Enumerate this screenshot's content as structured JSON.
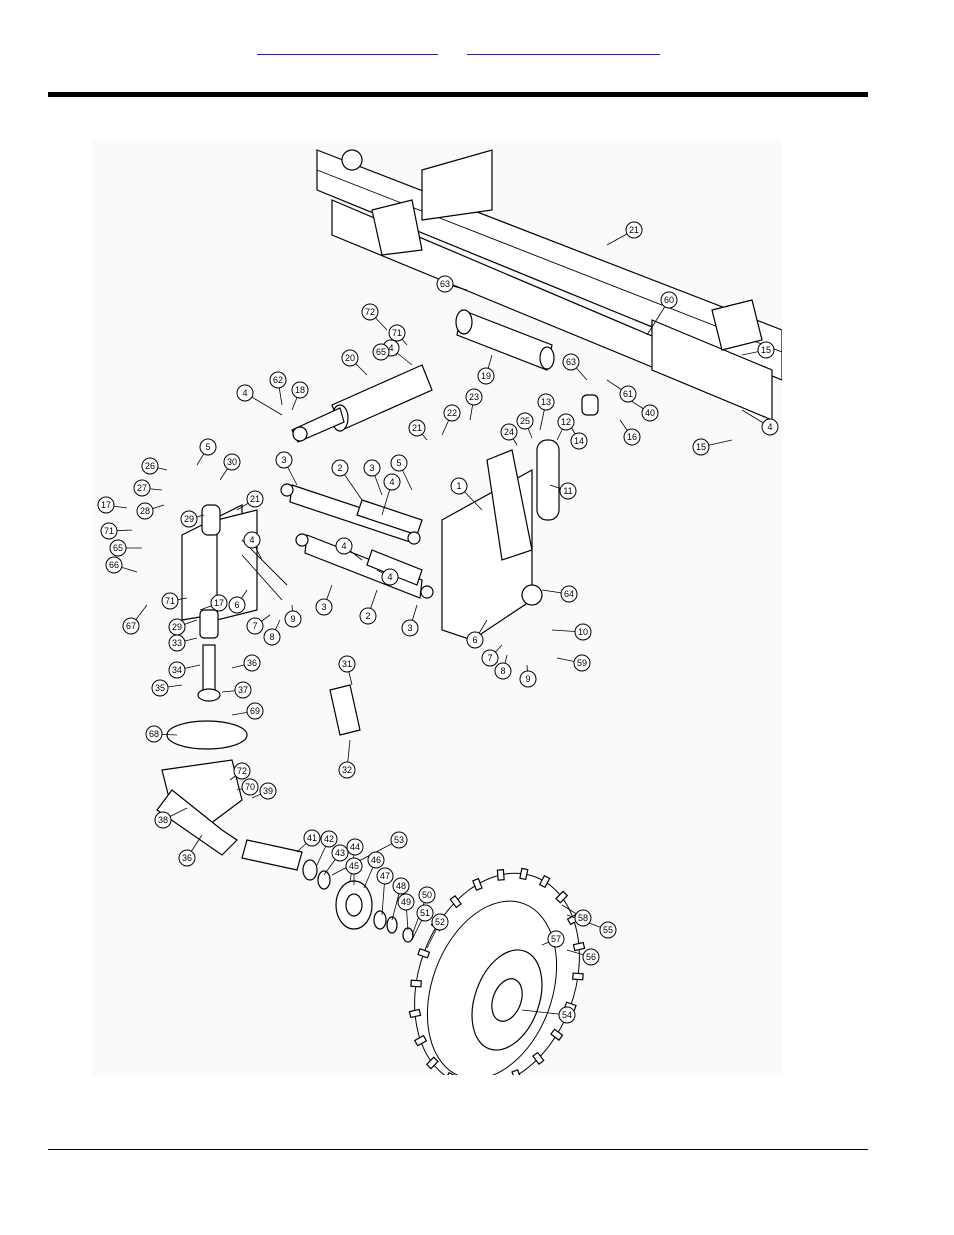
{
  "header": {
    "links": [
      {
        "label": ""
      },
      {
        "label": ""
      }
    ]
  },
  "figure": {
    "callouts": [
      "1",
      "2",
      "3",
      "4",
      "5",
      "6",
      "7",
      "8",
      "9",
      "10",
      "11",
      "12",
      "13",
      "14",
      "15",
      "16",
      "17",
      "18",
      "19",
      "20",
      "21",
      "22",
      "23",
      "24",
      "25",
      "26",
      "27",
      "28",
      "29",
      "30",
      "31",
      "32",
      "33",
      "34",
      "35",
      "36",
      "37",
      "38",
      "39",
      "40",
      "41",
      "42",
      "43",
      "44",
      "45",
      "46",
      "47",
      "48",
      "49",
      "50",
      "51",
      "52",
      "53",
      "54",
      "55",
      "56",
      "57",
      "58",
      "59",
      "60",
      "61",
      "62",
      "63",
      "64",
      "65",
      "66",
      "67",
      "68",
      "69",
      "70",
      "71",
      "72"
    ]
  },
  "colors": {
    "link": "#1a1aee",
    "rule": "#000000"
  }
}
